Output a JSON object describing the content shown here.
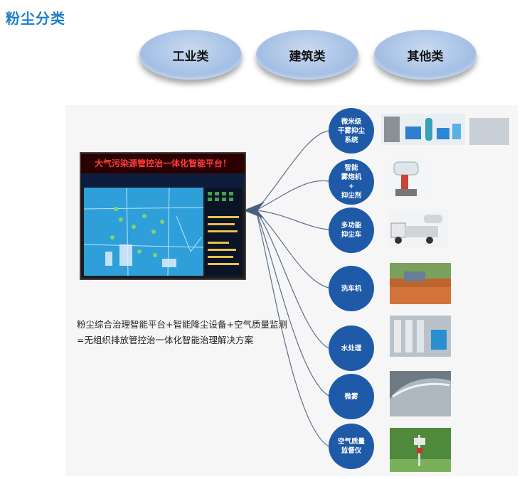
{
  "title": "粉尘分类",
  "categories": [
    "工业类",
    "建筑类",
    "其他类"
  ],
  "screen": {
    "title": "大气污染源管控治一体化智能平台！"
  },
  "caption": {
    "line1": "粉尘综合治理智能平台+智能降尘设备+空气质量监测",
    "line2": "=无组织排放管控治一体化智能治理解决方案"
  },
  "equipment": [
    "微米级\n干雾抑尘\n系统",
    "智能\n雾炮机\n+\n抑尘剂",
    "多功能\n抑尘车",
    "洗车机",
    "水处理",
    "微雾",
    "空气质量\n监督仪"
  ],
  "colors": {
    "accent": "#1f7fc9",
    "node": "#1e5aa8",
    "pill": "#a9c3e6"
  }
}
